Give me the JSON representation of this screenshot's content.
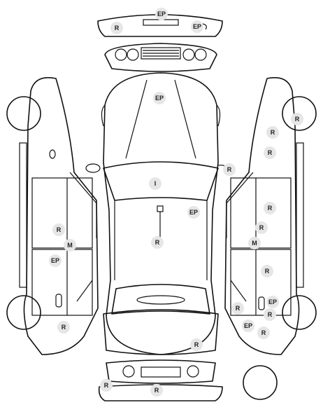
{
  "marks": {
    "ep": "EP",
    "r": "R",
    "m": "M",
    "i": "I"
  },
  "colors": {
    "stroke": "#111111",
    "badge_fill": "#e6e6e6",
    "badge_text": "#222222"
  }
}
